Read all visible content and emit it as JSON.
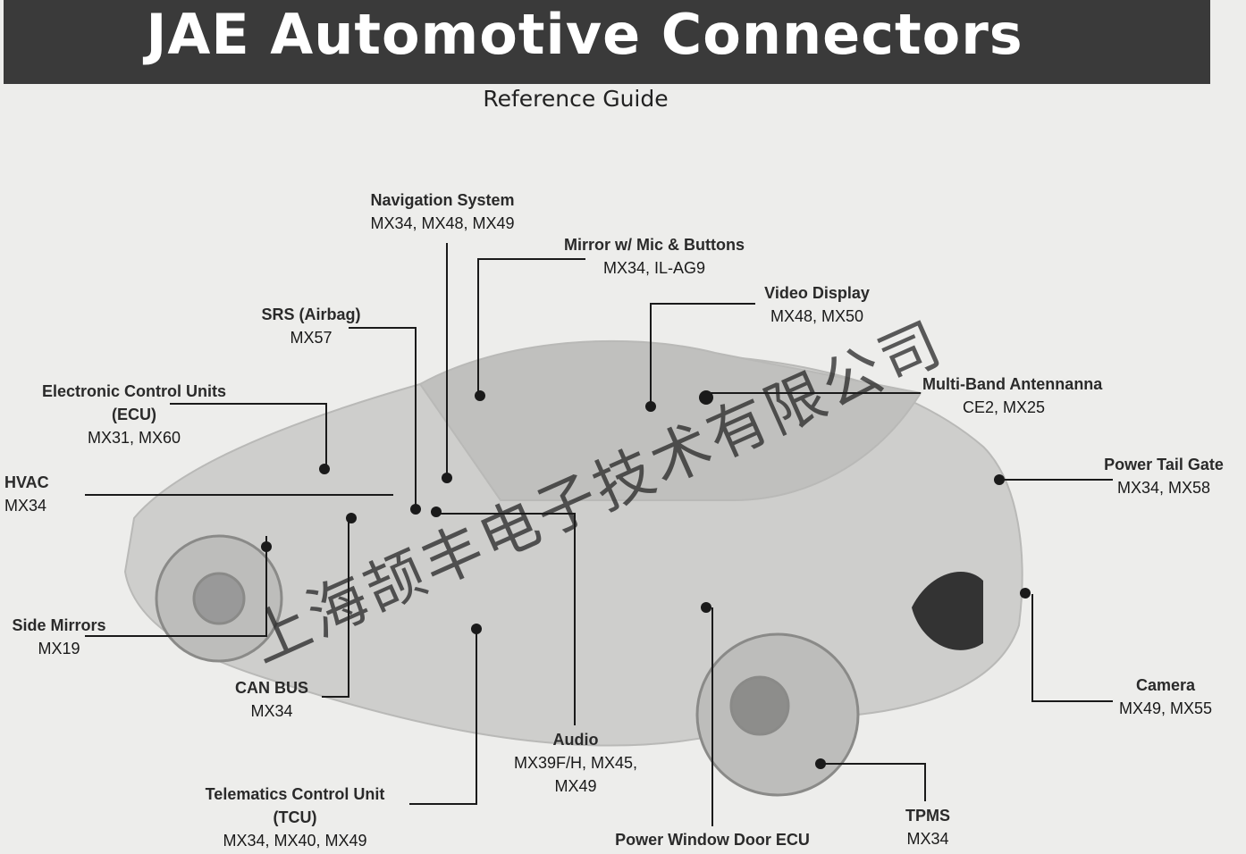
{
  "header": {
    "title": "JAE Automotive Connectors",
    "subtitle": "Reference Guide"
  },
  "watermark": "上海颉丰电子技术有限公司",
  "callouts": [
    {
      "name": "Navigation System",
      "parts": "MX34, MX48, MX49"
    },
    {
      "name": "Mirror w/ Mic & Buttons",
      "parts": "MX34, IL-AG9"
    },
    {
      "name": "Video Display",
      "parts": "MX48, MX50"
    },
    {
      "name": "SRS (Airbag)",
      "parts": "MX57"
    },
    {
      "name": "Electronic Control Units",
      "name2": "(ECU)",
      "parts": "MX31, MX60"
    },
    {
      "name": "HVAC",
      "parts": "MX34"
    },
    {
      "name": "Multi-Band Antennanna",
      "parts": "CE2, MX25"
    },
    {
      "name": "Power Tail Gate",
      "parts": "MX34, MX58"
    },
    {
      "name": "Side Mirrors",
      "parts": "MX19"
    },
    {
      "name": "CAN BUS",
      "parts": "MX34"
    },
    {
      "name": "Camera",
      "parts": "MX49, MX55"
    },
    {
      "name": "Audio",
      "parts": "MX39F/H, MX45,",
      "parts2": "MX49"
    },
    {
      "name": "Telematics Control Unit",
      "name2": "(TCU)",
      "parts": "MX34, MX40, MX49"
    },
    {
      "name": "TPMS",
      "parts": "MX34"
    },
    {
      "name": "Power Window Door ECU"
    }
  ]
}
